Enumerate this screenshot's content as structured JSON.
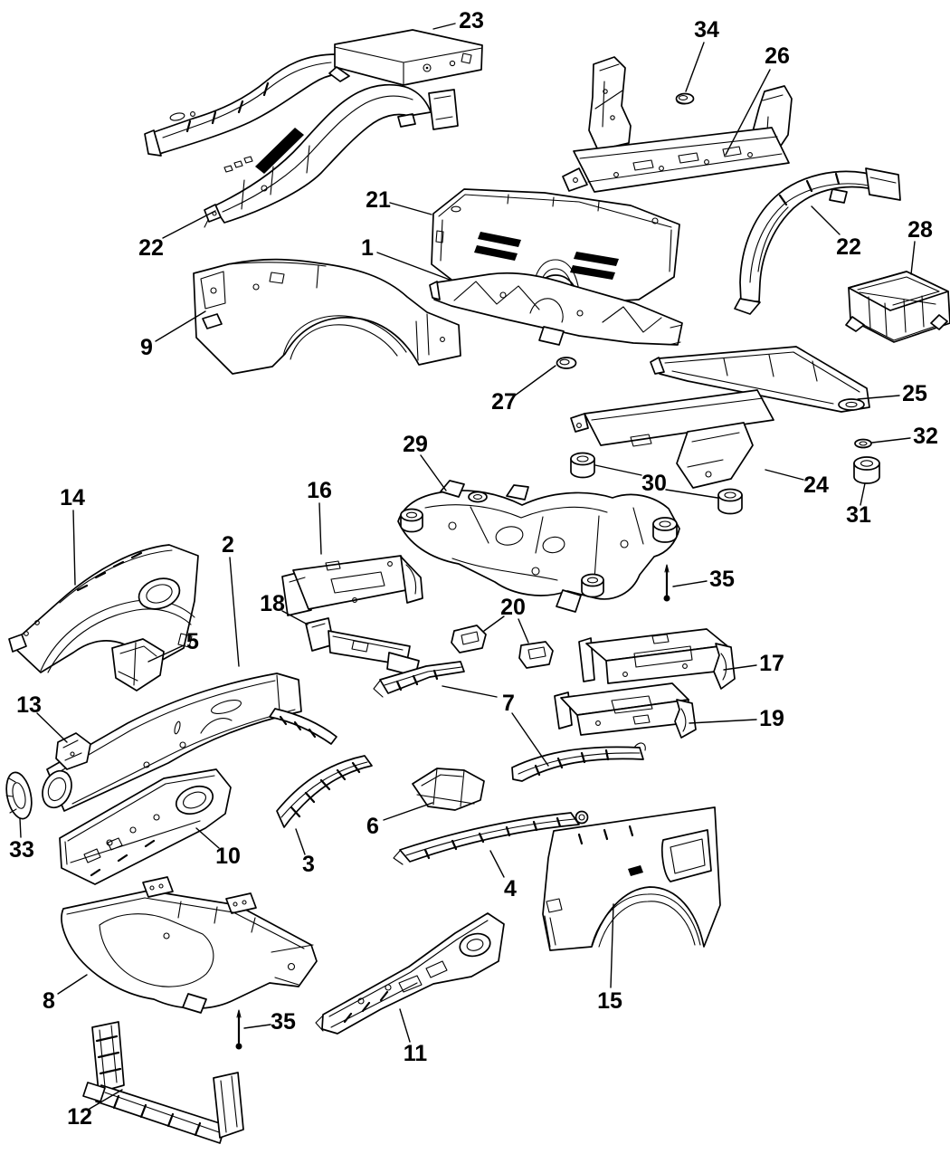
{
  "diagram": {
    "type": "exploded-parts-line-diagram",
    "subject": "vehicle body frame and underbody structural components",
    "colors": {
      "background": "#ffffff",
      "line": "#000000"
    },
    "callouts": {
      "c1": {
        "label": "1"
      },
      "c2": {
        "label": "2"
      },
      "c3": {
        "label": "3"
      },
      "c4": {
        "label": "4"
      },
      "c5": {
        "label": "5"
      },
      "c6": {
        "label": "6"
      },
      "c7": {
        "label": "7"
      },
      "c8": {
        "label": "8"
      },
      "c9": {
        "label": "9"
      },
      "c10": {
        "label": "10"
      },
      "c11": {
        "label": "11"
      },
      "c12": {
        "label": "12"
      },
      "c13": {
        "label": "13"
      },
      "c14": {
        "label": "14"
      },
      "c15": {
        "label": "15"
      },
      "c16": {
        "label": "16"
      },
      "c17": {
        "label": "17"
      },
      "c18": {
        "label": "18"
      },
      "c19": {
        "label": "19"
      },
      "c20": {
        "label": "20"
      },
      "c21": {
        "label": "21"
      },
      "c22a": {
        "label": "22"
      },
      "c22b": {
        "label": "22"
      },
      "c23": {
        "label": "23"
      },
      "c24": {
        "label": "24"
      },
      "c25": {
        "label": "25"
      },
      "c26": {
        "label": "26"
      },
      "c27": {
        "label": "27"
      },
      "c28": {
        "label": "28"
      },
      "c29": {
        "label": "29"
      },
      "c30": {
        "label": "30"
      },
      "c31": {
        "label": "31"
      },
      "c32": {
        "label": "32"
      },
      "c33": {
        "label": "33"
      },
      "c34": {
        "label": "34"
      },
      "c35a": {
        "label": "35"
      },
      "c35b": {
        "label": "35"
      }
    }
  }
}
